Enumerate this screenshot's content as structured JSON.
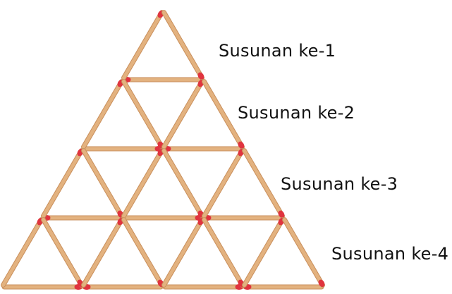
{
  "figure": {
    "rows": 4,
    "colors": {
      "stick": "#e3b27f",
      "stick_edge": "#c98f5c",
      "match_head": "#e0343f"
    },
    "labels": [
      "Susunan ke-1",
      "Susunan ke-2",
      "Susunan ke-3",
      "Susunan ke-4"
    ]
  }
}
